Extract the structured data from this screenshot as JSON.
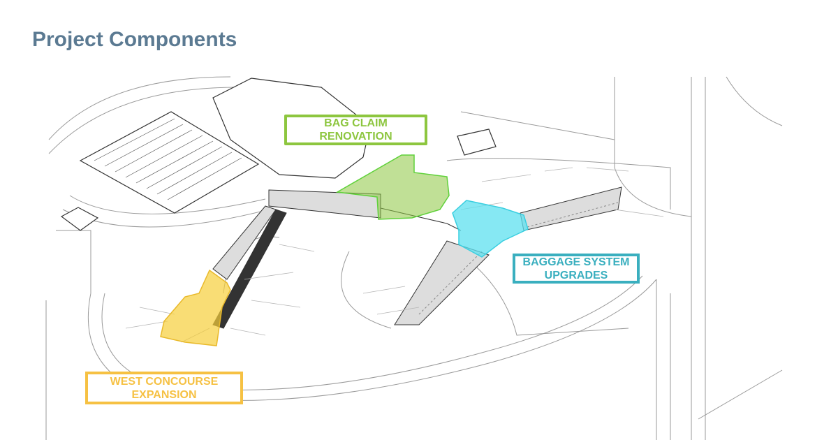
{
  "title": "Project Components",
  "labels": {
    "bag_claim": [
      "BAG CLAIM",
      "RENOVATION"
    ],
    "baggage_system": [
      "BAGGAGE SYSTEM",
      "UPGRADES"
    ],
    "west_concourse": [
      "WEST CONCOURSE",
      "EXPANSION"
    ]
  },
  "colors": {
    "title": "#5b7a92",
    "bag_claim": "#8dc63f",
    "baggage_system": "#3aafbf",
    "west_concourse": "#f6c143"
  }
}
